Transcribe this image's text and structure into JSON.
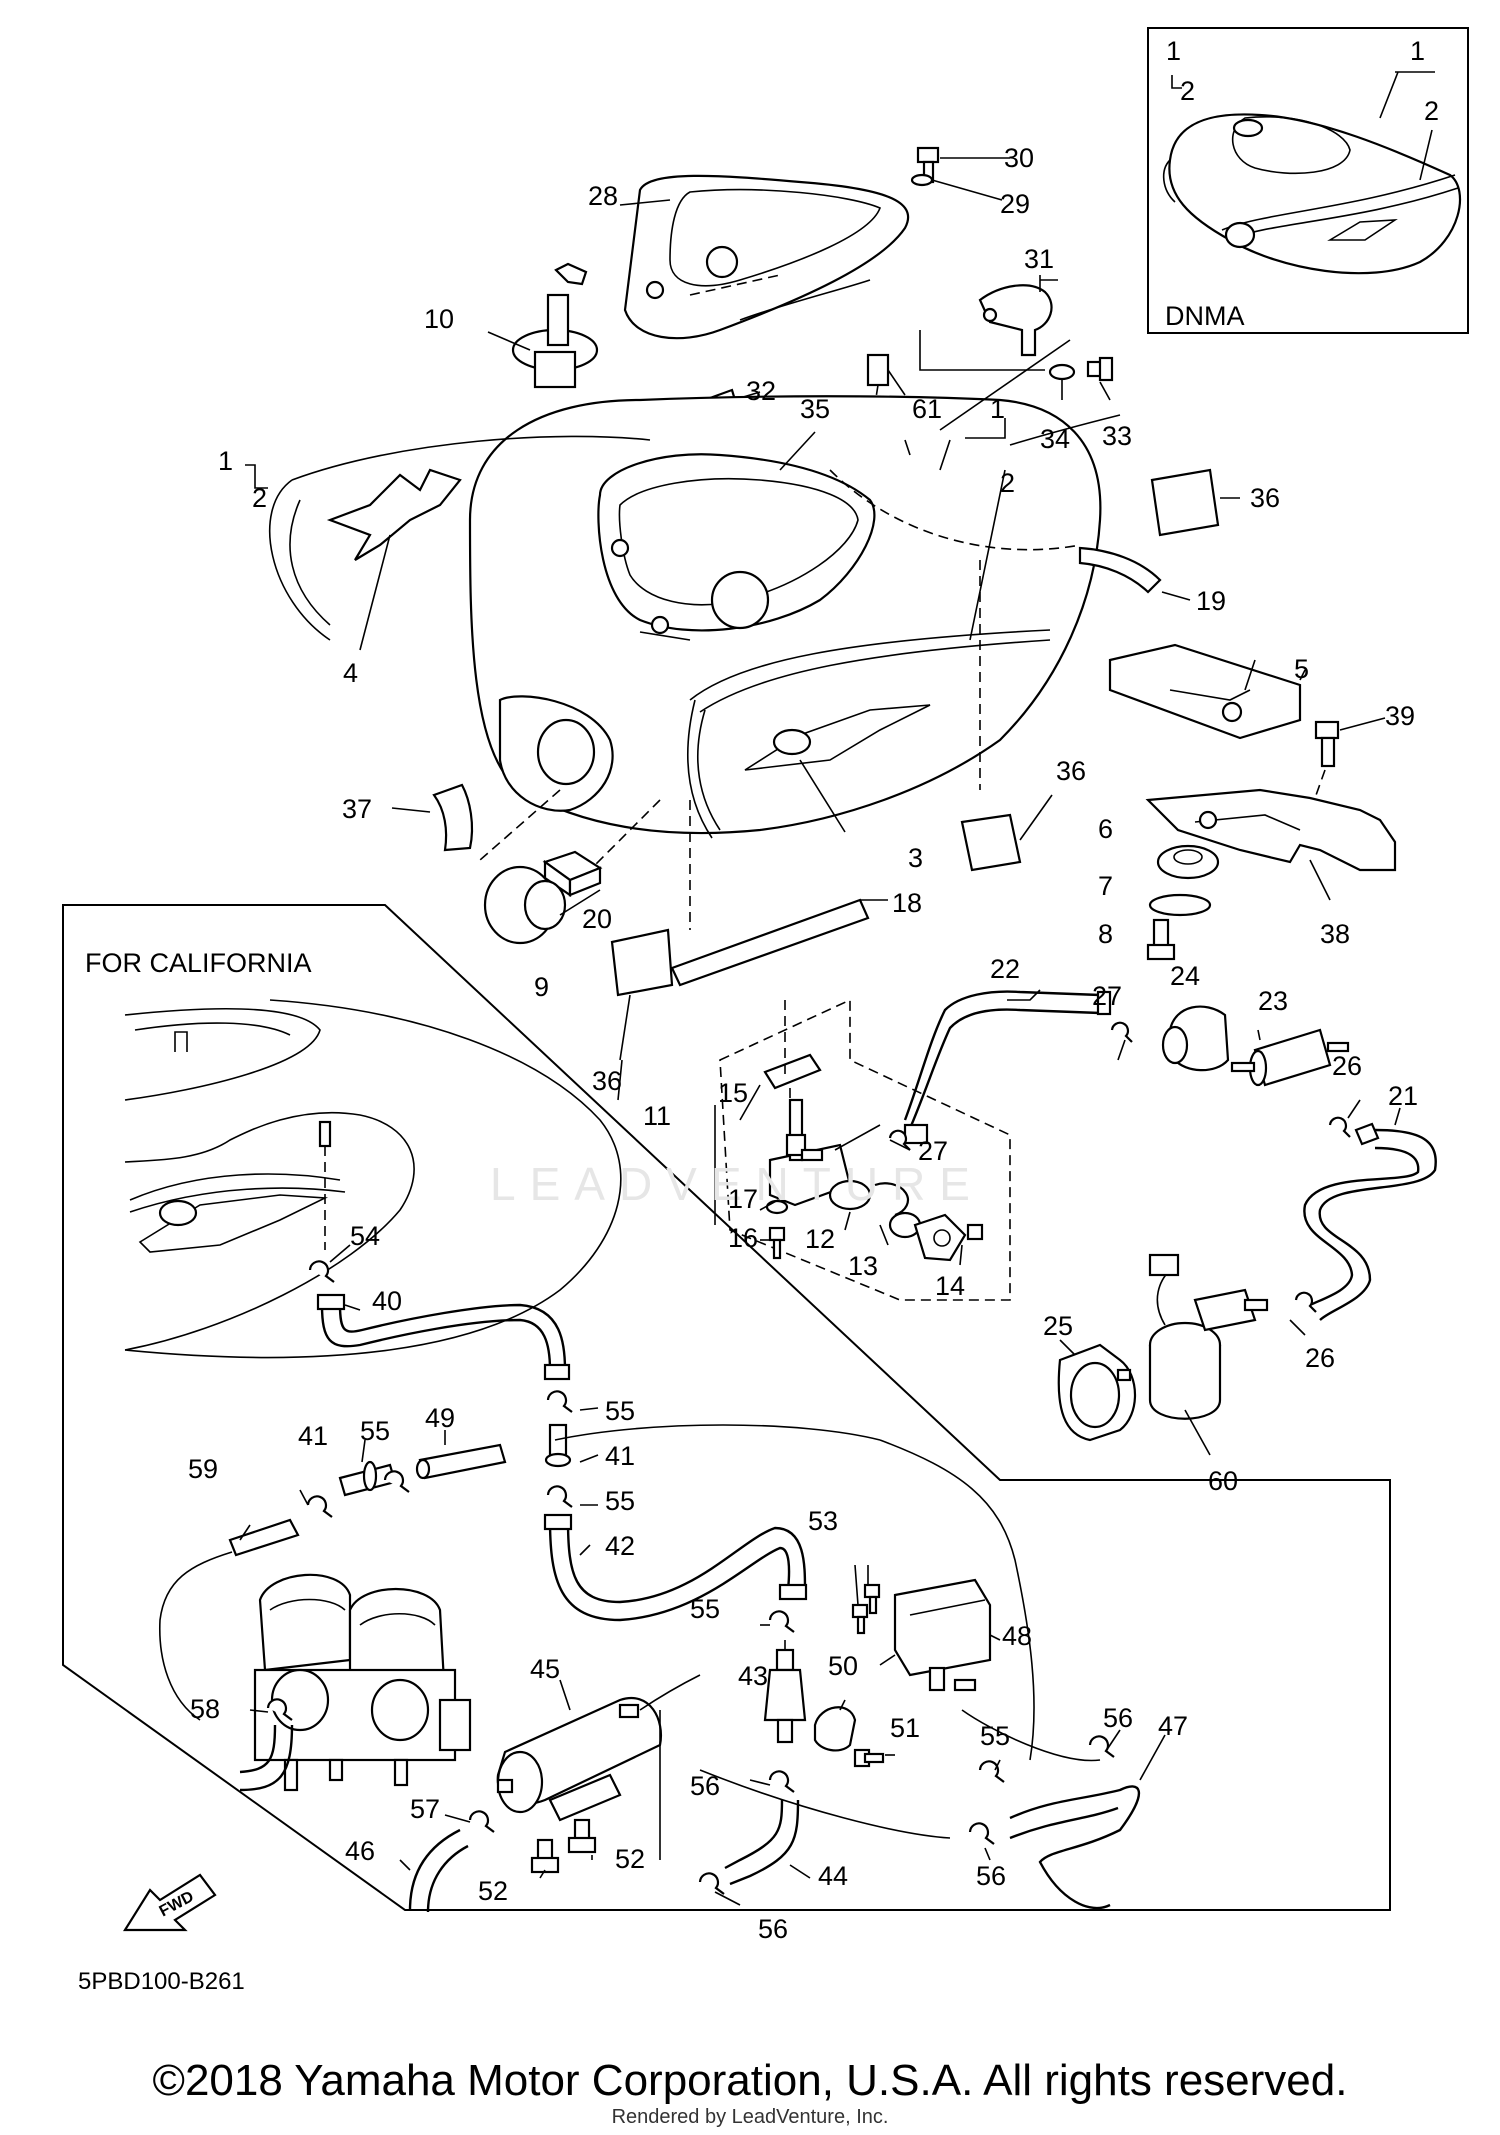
{
  "diagram": {
    "inset_label": "DNMA",
    "california_label": "FOR CALIFORNIA",
    "watermark": "LEADVENTURE",
    "fwd_label": "FWD",
    "part_code": "5PBD100-B261",
    "copyright": "©2018 Yamaha Motor Corporation, U.S.A. All rights reserved.",
    "rendered_by": "Rendered by LeadVenture, Inc."
  },
  "callouts": [
    "1",
    "2",
    "1",
    "2",
    "30",
    "29",
    "28",
    "31",
    "10",
    "32",
    "61",
    "34",
    "33",
    "35",
    "1",
    "2",
    "36",
    "1",
    "2",
    "19",
    "4",
    "5",
    "39",
    "37",
    "3",
    "36",
    "6",
    "20",
    "7",
    "9",
    "8",
    "38",
    "18",
    "22",
    "36",
    "27",
    "24",
    "23",
    "26",
    "21",
    "15",
    "11",
    "27",
    "17",
    "12",
    "13",
    "16",
    "14",
    "25",
    "26",
    "60",
    "54",
    "40",
    "55",
    "49",
    "55",
    "41",
    "41",
    "59",
    "55",
    "53",
    "42",
    "55",
    "48",
    "58",
    "45",
    "43",
    "50",
    "56",
    "47",
    "51",
    "55",
    "57",
    "56",
    "46",
    "44",
    "56",
    "52",
    "52",
    "52",
    "56"
  ]
}
